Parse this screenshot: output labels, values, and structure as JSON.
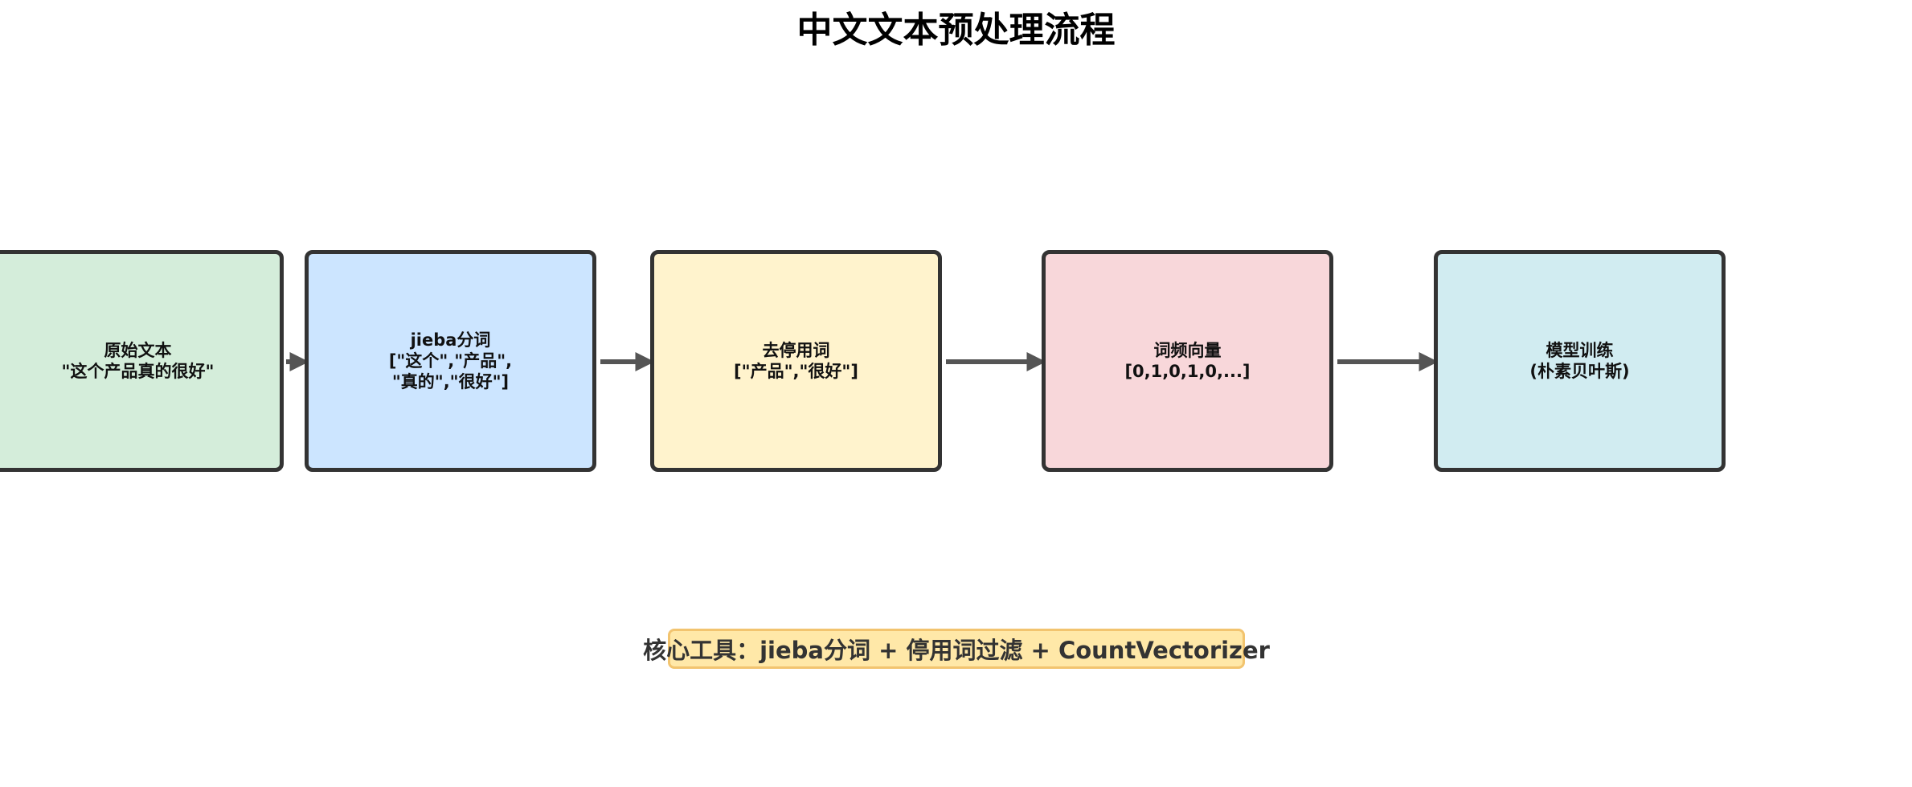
{
  "title": "中文文本预处理流程",
  "steps": [
    {
      "label": "原始文本\n\"这个产品真的很好\"",
      "color": "#d4edda"
    },
    {
      "label": "jieba分词\n[\"这个\",\"产品\",\n\"真的\",\"很好\"]",
      "color": "#cce5ff"
    },
    {
      "label": "去停用词\n[\"产品\",\"很好\"]",
      "color": "#fff3cd"
    },
    {
      "label": "词频向量\n[0,1,0,1,0,...]",
      "color": "#f8d7da"
    },
    {
      "label": "模型训练\n(朴素贝叶斯)",
      "color": "#d1ecf1"
    }
  ],
  "arrow_color": "#555555",
  "note": {
    "text": "核心工具：jieba分词 + 停用词过滤 + CountVectorizer",
    "background": "#ffe8a8"
  }
}
